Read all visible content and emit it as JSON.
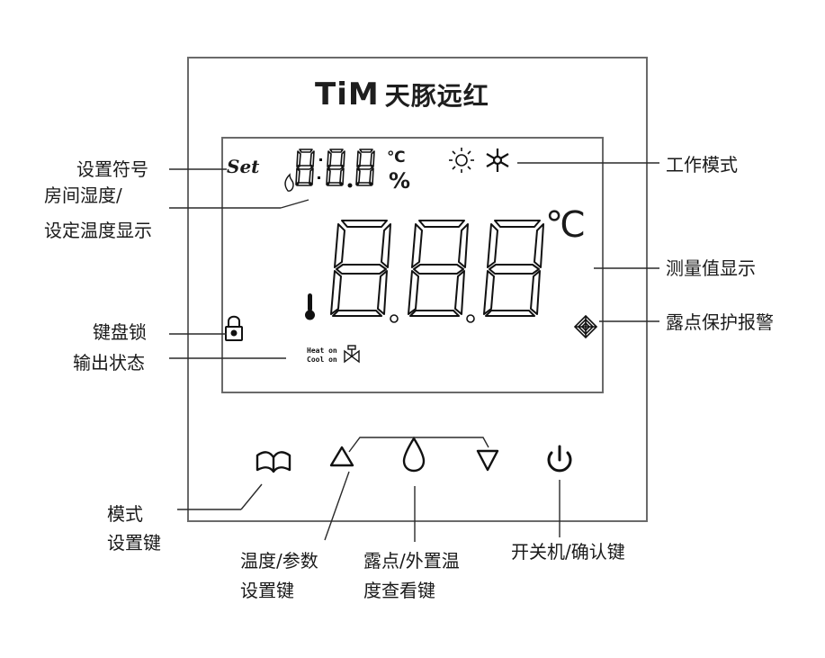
{
  "brand": {
    "logo": "TiM",
    "name": "天豚远红"
  },
  "screen": {
    "set_label": "Set",
    "small_unit": "℃",
    "small_percent": "%",
    "big_unit": "℃",
    "heat_label": "Heat on",
    "cool_label": "Cool on"
  },
  "callouts": {
    "set_symbol": "设置符号",
    "room_humidity_line1": "房间湿度/",
    "room_humidity_line2": "设定温度显示",
    "keypad_lock": "键盘锁",
    "output_status": "输出状态",
    "work_mode": "工作模式",
    "measured_value": "测量值显示",
    "dew_alarm": "露点保护报警",
    "mode_key_line1": "模式",
    "mode_key_line2": "设置键",
    "temp_key_line1": "温度/参数",
    "temp_key_line2": "设置键",
    "dew_key_line1": "露点/外置温",
    "dew_key_line2": "度查看键",
    "power_key": "开关机/确认键"
  },
  "icons": [
    "sun-icon",
    "snowflake-icon",
    "flame-icon",
    "thermometer-icon",
    "lock-icon",
    "valve-icon",
    "dew-alarm-icon",
    "book-icon",
    "triangle-up-icon",
    "droplet-icon",
    "triangle-down-icon",
    "power-icon"
  ],
  "colors": {
    "line": "#2a2a2a",
    "frame": "#6a6a6a",
    "text": "#1a1a1a"
  }
}
